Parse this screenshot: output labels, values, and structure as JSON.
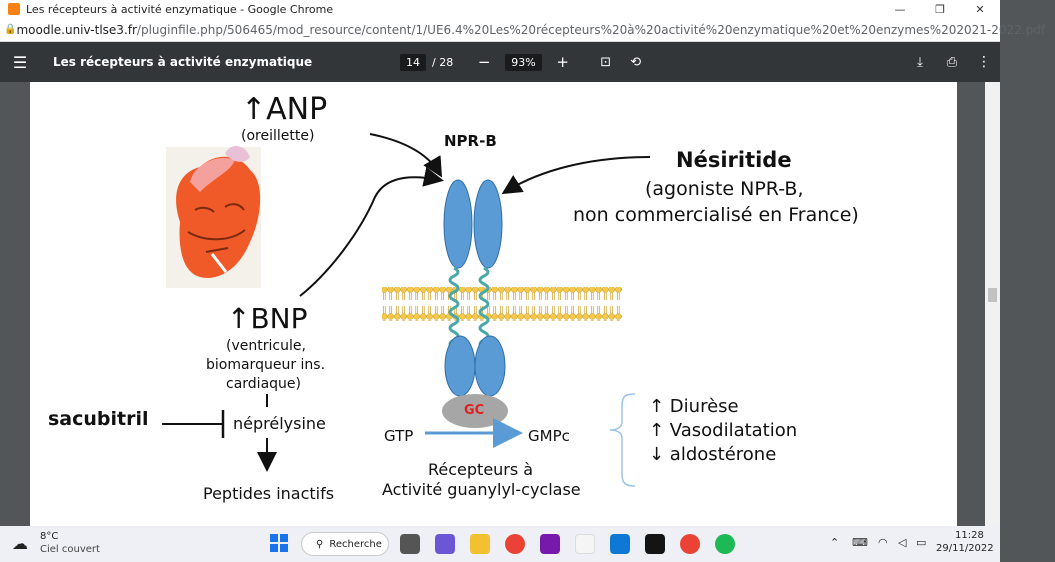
{
  "window": {
    "title": "Les récepteurs à activité enzymatique - Google Chrome",
    "minimize": "—",
    "restore": "❐",
    "close": "✕"
  },
  "address": {
    "host": "moodle.univ-tlse3.fr",
    "path": "/pluginfile.php/506465/mod_resource/content/1/UE6.4%20Les%20récepteurs%20à%20activité%20enzymatique%20et%20enzymes%202021-2022.pdf"
  },
  "pdf": {
    "title": "Les récepteurs à activité enzymatique",
    "page_current": "14",
    "page_total": "/ 28",
    "zoom": "93%"
  },
  "slide": {
    "anp": "↑ANP",
    "anp_sub": "(oreillette)",
    "npr_b": "NPR-B",
    "nesiritide": "Nésiritide",
    "nesiritide_sub1": "(agoniste NPR-B,",
    "nesiritide_sub2": "non commercialisé en France)",
    "bnp": "↑BNP",
    "bnp_sub1": "(ventricule,",
    "bnp_sub2": "biomarqueur ins.",
    "bnp_sub3": "cardiaque)",
    "sacubitril": "sacubitril",
    "neprelysine": "néprélysine",
    "peptides": "Peptides inactifs",
    "gc": "GC",
    "gtp": "GTP",
    "gmpc": "GMPc",
    "recepteurs1": "Récepteurs à",
    "recepteurs2": "Activité guanylyl-cyclase",
    "effect1": "↑ Diurèse",
    "effect2": "↑ Vasodilatation",
    "effect3": "↓ aldostérone"
  },
  "taskbar": {
    "temp": "8°C",
    "weather": "Ciel couvert",
    "search": "Recherche",
    "time": "11:28",
    "date": "29/11/2022"
  },
  "colors": {
    "receptor": "#5b9bd5",
    "receptor_stroke": "#2e6ea8",
    "membrane": "#f5c84c",
    "helix": "#4aa8a8",
    "gc": "#a6a6a6",
    "gc_text": "#e02020",
    "arrow_blue": "#5b9bd5",
    "bracket": "#9dc3e6"
  }
}
